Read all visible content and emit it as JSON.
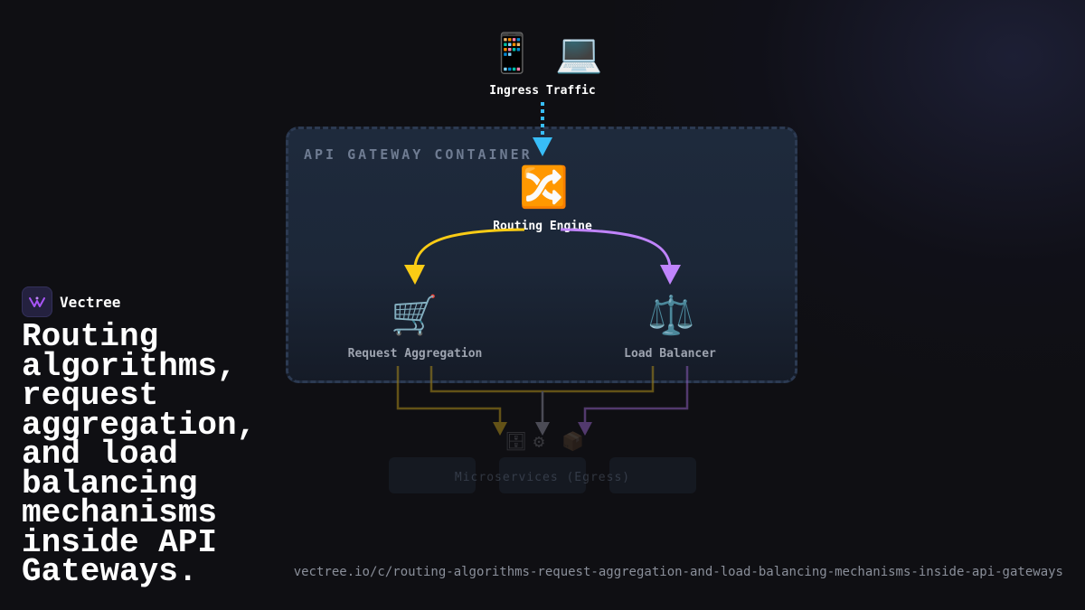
{
  "brand": {
    "name": "Vectree",
    "accent": "#a855f7"
  },
  "headline": "Routing algorithms, request aggregation, and load balancing mechanisms inside API Gateways.",
  "url": "vectree.io/c/routing-algorithms-request-aggregation-and-load-balancing-mechanisms-inside-api-gateways",
  "container": {
    "label": "API GATEWAY CONTAINER"
  },
  "nodes": {
    "ingress": {
      "label": "Ingress Traffic",
      "icons": [
        "📱",
        "💻"
      ]
    },
    "router": {
      "label": "Routing Engine",
      "icon": "🔀"
    },
    "aggregation": {
      "label": "Request Aggregation",
      "icon": "🛒"
    },
    "balancer": {
      "label": "Load Balancer",
      "icon": "⚖️"
    }
  },
  "egress": {
    "label": "Microservices (Egress)",
    "icons": [
      "🗄",
      "⚙",
      "📦"
    ]
  },
  "colors": {
    "ingress_arrow": "#38bdf8",
    "aggregation": "#facc15",
    "balancer": "#c084fc"
  }
}
